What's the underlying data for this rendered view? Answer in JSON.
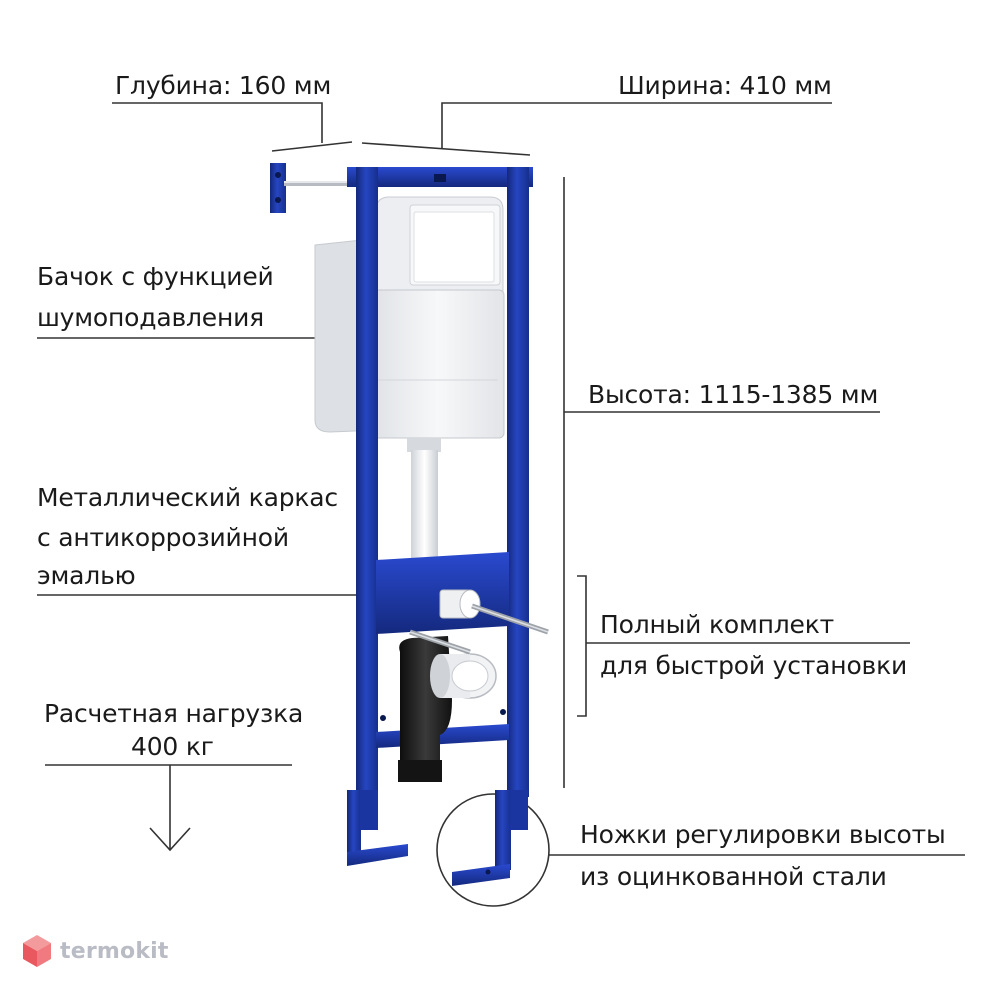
{
  "dimensions": {
    "depth_label": "Глубина: 160 мм",
    "width_label": "Ширина: 410 мм",
    "height_label": "Высота: 1115-1385 мм"
  },
  "features": {
    "tank_line1": "Бачок с функцией",
    "tank_line2": "шумоподавления",
    "frame_line1": "Металлический каркас",
    "frame_line2": "с антикоррозийной",
    "frame_line3": "эмалью",
    "kit_line1": "Полный комплект",
    "kit_line2": "для быстрой установки",
    "load_line1": "Расчетная нагрузка",
    "load_line2": "400 кг",
    "legs_line1": "Ножки регулировки высоты",
    "legs_line2": "из оцинкованной стали"
  },
  "brand": {
    "logo_text": "termokit"
  },
  "colors": {
    "frame_blue": "#1d3aa8",
    "frame_dark": "#13287a",
    "tank_white": "#f1f2f4",
    "line_gray": "#333333",
    "logo_red": "#e8585e"
  }
}
